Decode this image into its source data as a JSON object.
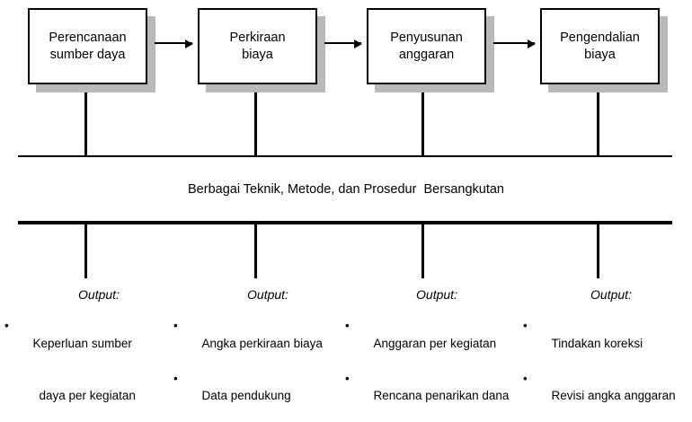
{
  "diagram": {
    "title": "Berbagai Teknik, Metode, dan Prosedur  Bersangkutan",
    "colors": {
      "line": "#000000",
      "box_fill": "#ffffff",
      "box_border": "#000000",
      "shadow": "#b9b9b9"
    },
    "process_boxes": [
      {
        "id": "perencanaan-sumber-daya",
        "label": "Perencanaan\nsumber daya"
      },
      {
        "id": "perkiraan-biaya",
        "label": "Perkiraan\nbiaya"
      },
      {
        "id": "penyusunan-anggaran",
        "label": "Penyusunan\nanggaran"
      },
      {
        "id": "pengendalian-biaya",
        "label": "Pengendalian\nbiaya"
      }
    ],
    "middle_caption": "Berbagai Teknik, Metode, dan Prosedur  Bersangkutan",
    "outputs": [
      {
        "title": "Output:",
        "items": [
          {
            "bullet": "•",
            "line1": "Keperluan sumber",
            "line2": "daya per kegiatan"
          }
        ]
      },
      {
        "title": "Output:",
        "items": [
          {
            "bullet": "•",
            "line1": "Angka perkiraan biaya",
            "line2": ""
          },
          {
            "bullet": "•",
            "line1": "Data pendukung",
            "line2": ""
          }
        ]
      },
      {
        "title": "Output:",
        "items": [
          {
            "bullet": "•",
            "line1": "Anggaran per kegiatan",
            "line2": ""
          },
          {
            "bullet": "•",
            "line1": "Rencana penarikan dana",
            "line2": ""
          }
        ]
      },
      {
        "title": "Output:",
        "items": [
          {
            "bullet": "•",
            "line1": "Tindakan koreksi",
            "line2": ""
          },
          {
            "bullet": "•",
            "line1": "Revisi angka anggaran",
            "line2": ""
          }
        ]
      }
    ]
  }
}
